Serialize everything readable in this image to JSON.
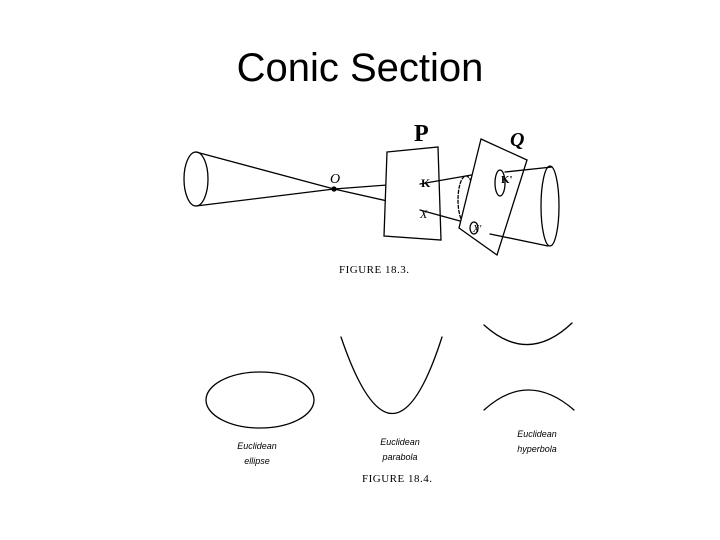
{
  "slide": {
    "title": "Conic Section"
  },
  "figure_18_3": {
    "caption": "FIGURE 18.3.",
    "label_origin": "O",
    "label_plane_p": "P",
    "label_plane_q": "Q",
    "label_k": "K",
    "label_k_prime": "K'",
    "label_x": "X",
    "label_x_prime": "X'"
  },
  "figure_18_4": {
    "caption": "FIGURE 18.4.",
    "ellipse_label_1": "Euclidean",
    "ellipse_label_2": "ellipse",
    "parabola_label_1": "Euclidean",
    "parabola_label_2": "parabola",
    "hyperbola_label_1": "Euclidean",
    "hyperbola_label_2": "hyperbola"
  },
  "colors": {
    "ink": "#000000",
    "background": "#ffffff"
  }
}
